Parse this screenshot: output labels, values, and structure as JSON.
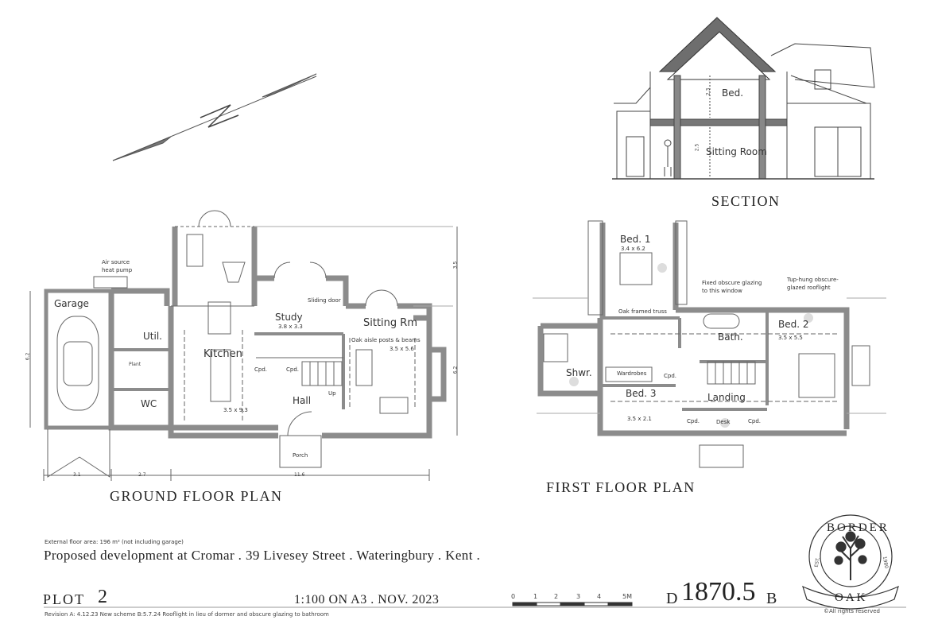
{
  "section": {
    "title": "SECTION",
    "rooms": {
      "bed": "Bed.",
      "sitting": "Sitting Room"
    },
    "heights": {
      "upper": "2.3",
      "lower": "2.5"
    }
  },
  "ground": {
    "title": "GROUND FLOOR PLAN",
    "rooms": {
      "garage": "Garage",
      "util": "Util.",
      "kitchen": "Kitchen",
      "study": "Study",
      "sitting": "Sitting Rm",
      "hall": "Hall",
      "wc": "WC",
      "porch": "Porch",
      "cpd1": "Cpd.",
      "cpd2": "Cpd.",
      "up": "Up",
      "plant": "Plant"
    },
    "notes": {
      "heat_pump_1": "Air source",
      "heat_pump_2": "heat pump",
      "sliding_door": "Sliding door",
      "oak": "Oak aisle posts & beams"
    },
    "sizes": {
      "study": "3.8 x 3.3",
      "sitting": "3.5 x 5.6",
      "kitchen": "3.5 x 9.3"
    },
    "dims": {
      "left_height": "6.2",
      "right_height": "6.2",
      "top_right": "3.5",
      "width_garage": "3.1",
      "width_util": "2.7",
      "width_main": "11.6"
    }
  },
  "first": {
    "title": "FIRST FLOOR PLAN",
    "rooms": {
      "bed1": "Bed. 1",
      "bed2": "Bed. 2",
      "bed3": "Bed. 3",
      "bath": "Bath.",
      "shwr": "Shwr.",
      "landing": "Landing",
      "wardrobes": "Wardrobes",
      "cpd1": "Cpd.",
      "cpd2": "Cpd.",
      "cpd3": "Cpd.",
      "desk": "Desk"
    },
    "sizes": {
      "bed1": "3.4 x 6.2",
      "bed2": "3.5 x 5.5",
      "bed3": "3.5 x 2.1"
    },
    "notes": {
      "truss": "Oak framed truss",
      "fixed_1": "Fixed obscure glazing",
      "fixed_2": "to this window",
      "tup_1": "Tup-hung obscure-",
      "tup_2": "glazed rooflight"
    }
  },
  "footer": {
    "area": "External floor area: 196 m² (not including garage)",
    "address": "Proposed development at Cromar . 39 Livesey Street . Wateringbury . Kent .",
    "plot_label": "PLOT",
    "plot_number": "2",
    "scale": "1:100 ON A3 . NOV. 2023",
    "scale_ticks": [
      "0",
      "1",
      "2",
      "3",
      "4",
      "5M"
    ],
    "drawing_prefix": "D",
    "drawing_number": "1870.5",
    "drawing_suffix": "B",
    "revision": "Revision A: 4.12.23 New scheme  B:5.7.24 Rooflight in lieu of dormer and obscure glazing to bathroom",
    "rights": "©All rights reserved"
  },
  "logo": {
    "top": "BORDER",
    "bottom": "OAK",
    "est": "EST.",
    "year": "1980"
  },
  "colors": {
    "wall": "#8c8c8c",
    "roof": "#6e6e6e",
    "ink": "#333333"
  }
}
